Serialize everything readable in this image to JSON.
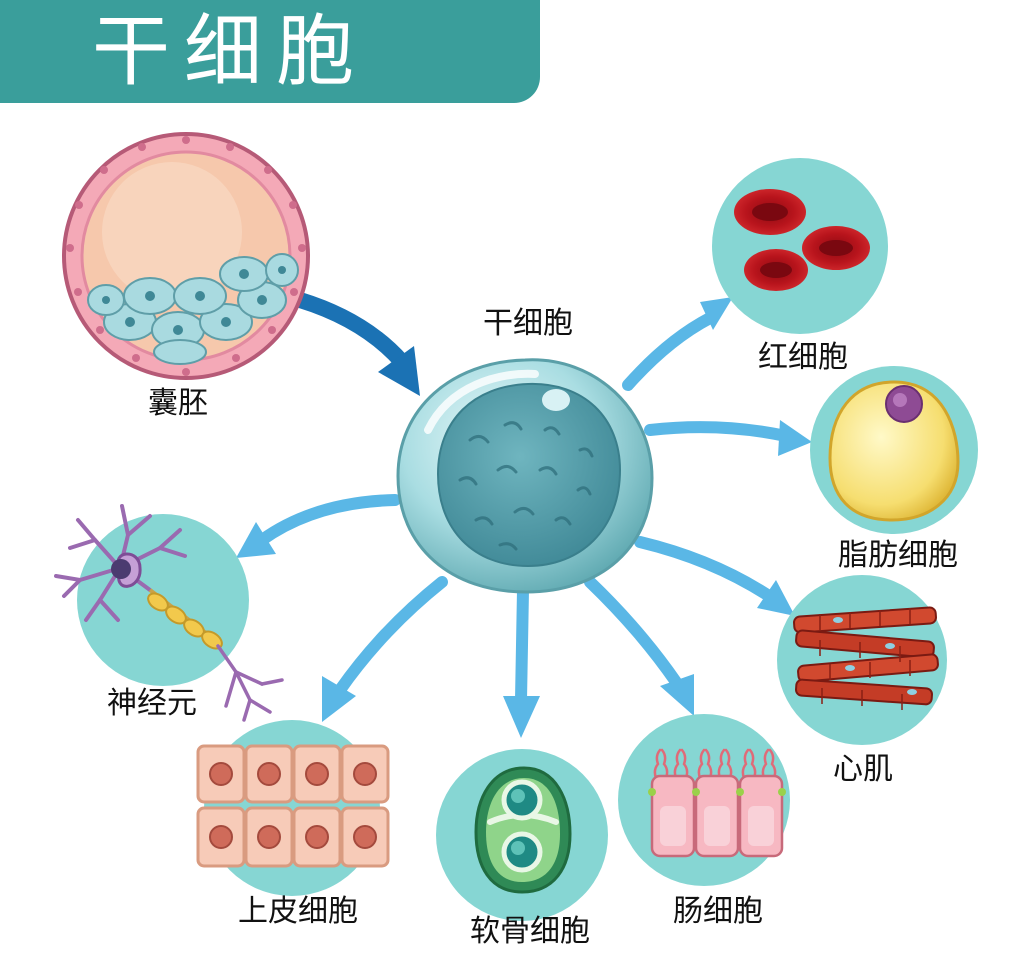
{
  "title": "干细胞",
  "colors": {
    "banner": "#3a9e9b",
    "circle_bg": "#86d6d3",
    "arrow": "#5ab7e6",
    "arrow_dark": "#1b72b4",
    "stem_cell": "#7ec6c9",
    "nucleus": "#4f98a5"
  },
  "labels": {
    "blastocyst": "囊胚",
    "stem_cell": "干细胞",
    "red_blood_cell": "红细胞",
    "fat_cell": "脂肪细胞",
    "heart_muscle": "心肌",
    "intestinal_cell": "肠细胞",
    "cartilage_cell": "软骨细胞",
    "epithelial_cell": "上皮细胞",
    "neuron": "神经元"
  }
}
